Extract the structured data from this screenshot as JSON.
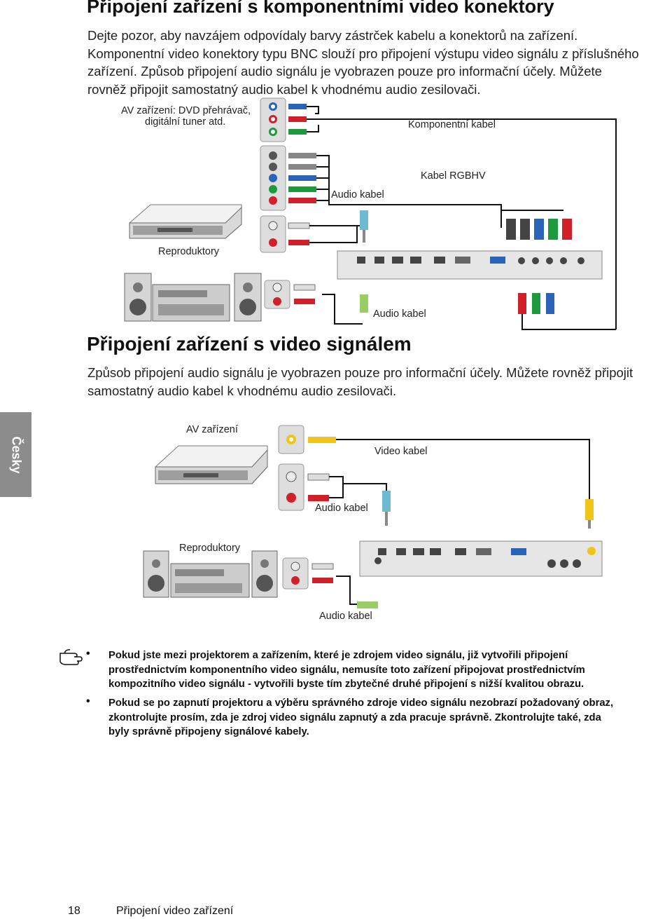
{
  "section1": {
    "title": "Připojení zařízení s komponentními video konektory",
    "paragraph_lines": [
      "Dejte pozor, aby navzájem odpovídaly barvy zástrček kabelu a konektorů na zařízení.",
      "Komponentní video konektory typu BNC slouží pro připojení výstupu video signálu z příslušného",
      "zařízení. Způsob připojení audio signálu je vyobrazen pouze pro informační účely. Můžete",
      "rovněž připojit samostatný audio kabel k vhodnému audio zesilovači."
    ],
    "diagram_labels": {
      "av_device_line1": "AV zařízení: DVD přehrávač,",
      "av_device_line2": "digitální tuner atd.",
      "component_cable": "Komponentní kabel",
      "rgbhv_cable": "Kabel RGBHV",
      "audio_cable_top": "Audio kabel",
      "speakers": "Reproduktory",
      "audio_cable_bottom": "Audio kabel"
    }
  },
  "section2": {
    "title": "Připojení zařízení s video signálem",
    "paragraph_lines": [
      "Způsob připojení audio signálu je vyobrazen pouze pro informační účely. Můžete rovněž připojit",
      "samostatný audio kabel k vhodnému audio zesilovači."
    ],
    "diagram_labels": {
      "av_device": "AV zařízení",
      "video_cable": "Video kabel",
      "audio_cable_top": "Audio kabel",
      "speakers": "Reproduktory",
      "audio_cable_bottom": "Audio kabel"
    }
  },
  "side_tab": "Česky",
  "notes": [
    {
      "bullet": "•",
      "lines": [
        "Pokud jste mezi projektorem a zařízením, které je zdrojem video signálu, již vytvořili připojení",
        "prostřednictvím komponentního video signálu, nemusíte toto zařízení připojovat prostřednictvím",
        "kompozitního video signálu - vytvořili byste tím zbytečné druhé připojení s nižší kvalitou obrazu."
      ]
    },
    {
      "bullet": "•",
      "lines": [
        "Pokud se po zapnutí projektoru a výběru správného zdroje video signálu nezobrazí požadovaný obraz,",
        "zkontrolujte prosím, zda je zdroj video signálu zapnutý a zda pracuje správně. Zkontrolujte také, zda",
        "byly správně připojeny signálové kabely."
      ]
    }
  ],
  "footer": {
    "page_number": "18",
    "section_name": "Připojení video zařízení"
  },
  "icons": {
    "note": "hand-pointer-icon",
    "dvd_player": "dvd-player-icon",
    "speakers": "stereo-speakers-icon",
    "projector_panel": "projector-io-panel-icon"
  },
  "colors": {
    "side_tab": "#8c8c8c",
    "red": "#d0202a",
    "green": "#1e9a3e",
    "blue": "#2a63b8",
    "yellow": "#f0c419",
    "cable": "#111111"
  }
}
